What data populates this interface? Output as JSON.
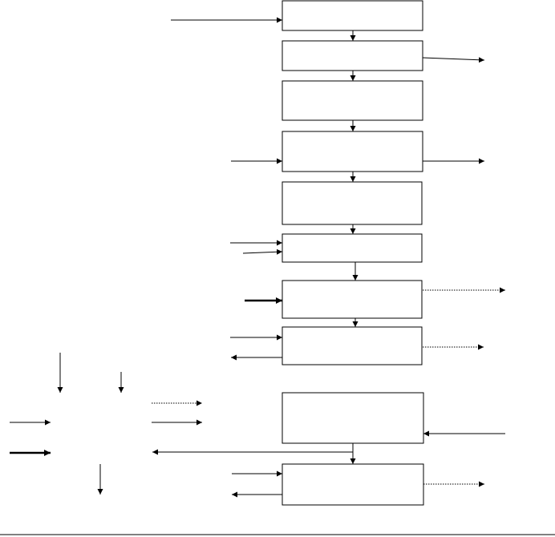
{
  "diagram": {
    "boxes": [
      {
        "id": "b1",
        "text": ""
      },
      {
        "id": "b2",
        "text": ""
      },
      {
        "id": "b3",
        "text": ""
      },
      {
        "id": "b4",
        "text": ""
      },
      {
        "id": "b5",
        "text": ""
      },
      {
        "id": "b6",
        "text": ""
      },
      {
        "id": "b7",
        "text": ""
      },
      {
        "id": "b8",
        "text": ""
      },
      {
        "id": "b9",
        "text": ""
      },
      {
        "id": "b10",
        "text": ""
      }
    ]
  }
}
